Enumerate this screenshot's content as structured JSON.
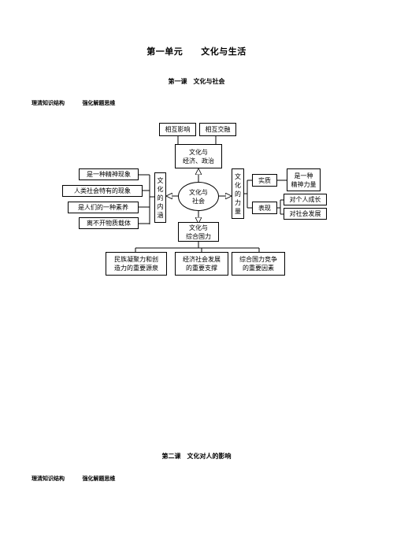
{
  "unit_title": "第一单元　　文化与生活",
  "lesson1": {
    "title": "第一课　文化与社会",
    "strip": {
      "left": "理清知识结构",
      "right": "强化解题思维"
    },
    "diagram": {
      "top_boxes": [
        "相互影响",
        "相互交融"
      ],
      "econ_politics": "文化与\n经济、政治",
      "center": "文化与\n社会",
      "connotation_label": "文化的内涵",
      "connotation_items": [
        "是一种精神现象",
        "人类社会特有的现象",
        "是人们的一种素养",
        "离不开物质载体"
      ],
      "power_label": "文化的力量",
      "essence_label": "实质",
      "essence_value": "是一种\n精神力量",
      "manifest_label": "表现",
      "manifest_items": [
        "对个人成长",
        "对社会发展"
      ],
      "national_power": "文化与\n综合国力",
      "bottom_boxes": [
        "民族凝聚力和创\n造力的重要源泉",
        "经济社会发展\n的重要支撑",
        "综合国力竞争\n的重要因素"
      ]
    }
  },
  "lesson2": {
    "title": "第二课　文化对人的影响",
    "strip": {
      "left": "理清知识结构",
      "right": "强化解题思维"
    }
  }
}
